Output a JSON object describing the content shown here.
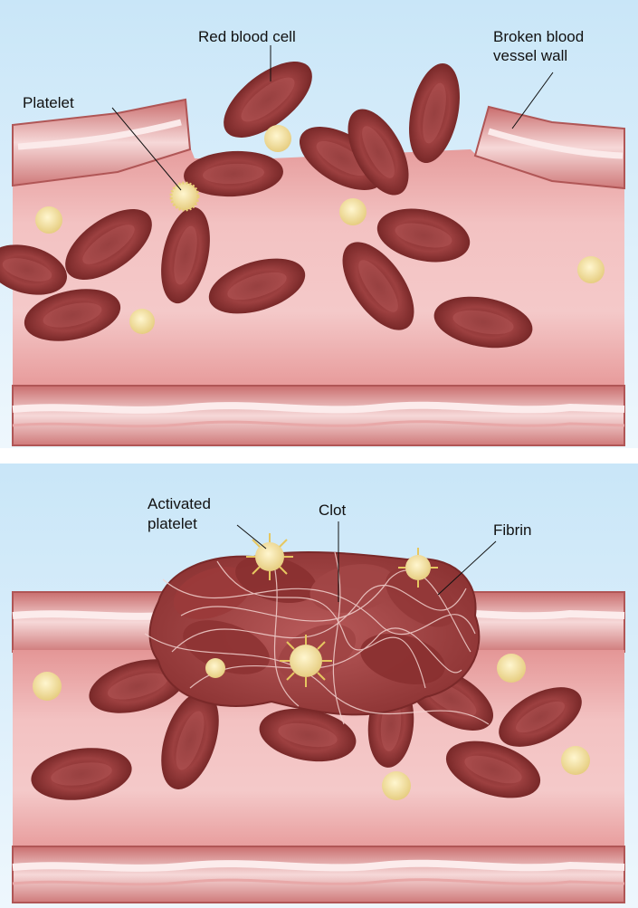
{
  "panels": [
    {
      "labels": {
        "red_blood_cell": "Red blood cell",
        "broken_wall_line1": "Broken blood",
        "broken_wall_line2": "vessel wall",
        "platelet": "Platelet"
      }
    },
    {
      "labels": {
        "activated_line1": "Activated",
        "activated_line2": "platelet",
        "clot": "Clot",
        "fibrin": "Fibrin"
      }
    }
  ],
  "colors": {
    "sky": "#d4ecfa",
    "vessel_wall": "#d98585",
    "vessel_lumen": "#f2bcbc",
    "red_blood_cell": "#9b3a3a",
    "platelet": "#f0dc9a",
    "clot": "#a84848"
  }
}
